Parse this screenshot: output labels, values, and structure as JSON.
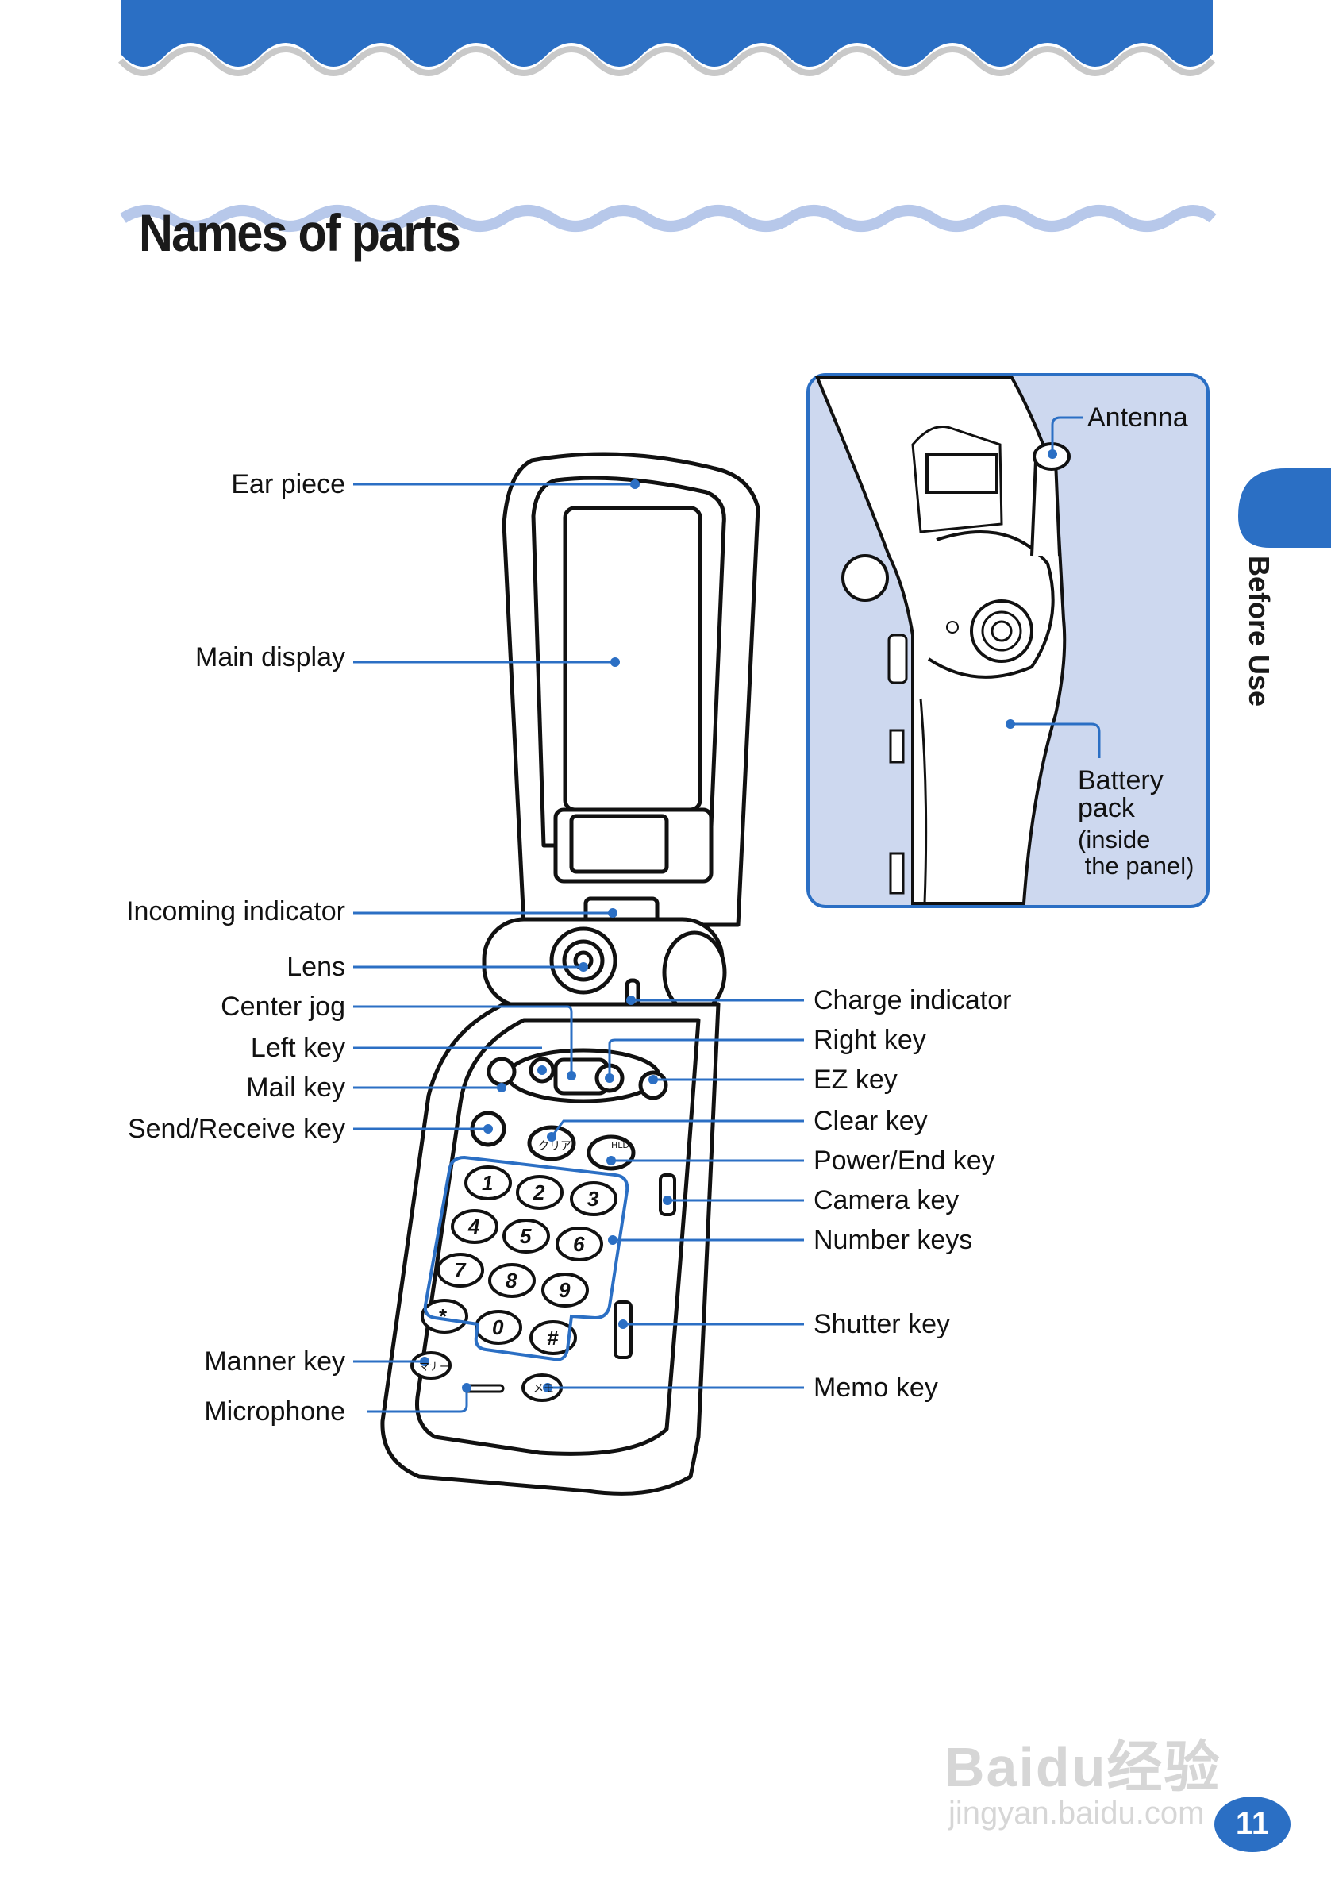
{
  "page": {
    "title": "Names of parts",
    "section_tab": "Before Use",
    "page_number": "11",
    "accent_color": "#2b6fc4",
    "panel_color": "#cdd8ef"
  },
  "labels_left": [
    {
      "key": "ear_piece",
      "text": "Ear piece"
    },
    {
      "key": "main_display",
      "text": "Main display"
    },
    {
      "key": "incoming_indicator",
      "text": "Incoming indicator"
    },
    {
      "key": "lens",
      "text": "Lens"
    },
    {
      "key": "center_jog",
      "text": "Center jog"
    },
    {
      "key": "left_key",
      "text": "Left key"
    },
    {
      "key": "mail_key",
      "text": "Mail key"
    },
    {
      "key": "send_receive_key",
      "text": "Send/Receive key"
    },
    {
      "key": "manner_key",
      "text": "Manner key"
    },
    {
      "key": "microphone",
      "text": "Microphone"
    }
  ],
  "labels_right": [
    {
      "key": "charge_indicator",
      "text": "Charge indicator"
    },
    {
      "key": "right_key",
      "text": "Right key"
    },
    {
      "key": "ez_key",
      "text": "EZ key"
    },
    {
      "key": "clear_key",
      "text": "Clear key"
    },
    {
      "key": "power_end_key",
      "text": "Power/End key"
    },
    {
      "key": "camera_key",
      "text": "Camera key"
    },
    {
      "key": "number_keys",
      "text": "Number keys"
    },
    {
      "key": "shutter_key",
      "text": "Shutter key"
    },
    {
      "key": "memo_key",
      "text": "Memo key"
    }
  ],
  "inset": {
    "antenna": "Antenna",
    "battery_line1": "Battery",
    "battery_line2": "pack",
    "battery_line3": "(inside",
    "battery_line4": " the panel)"
  },
  "keypad": {
    "keys": [
      "1",
      "2",
      "3",
      "4",
      "5",
      "6",
      "7",
      "8",
      "9",
      "*",
      "0",
      "#"
    ],
    "clear_label": "クリア",
    "hld_label": "HLD",
    "manner_label": "マナー",
    "memo_label": "メモ"
  },
  "watermark": {
    "line1": "Baidu经验",
    "line2": "jingyan.baidu.com"
  }
}
